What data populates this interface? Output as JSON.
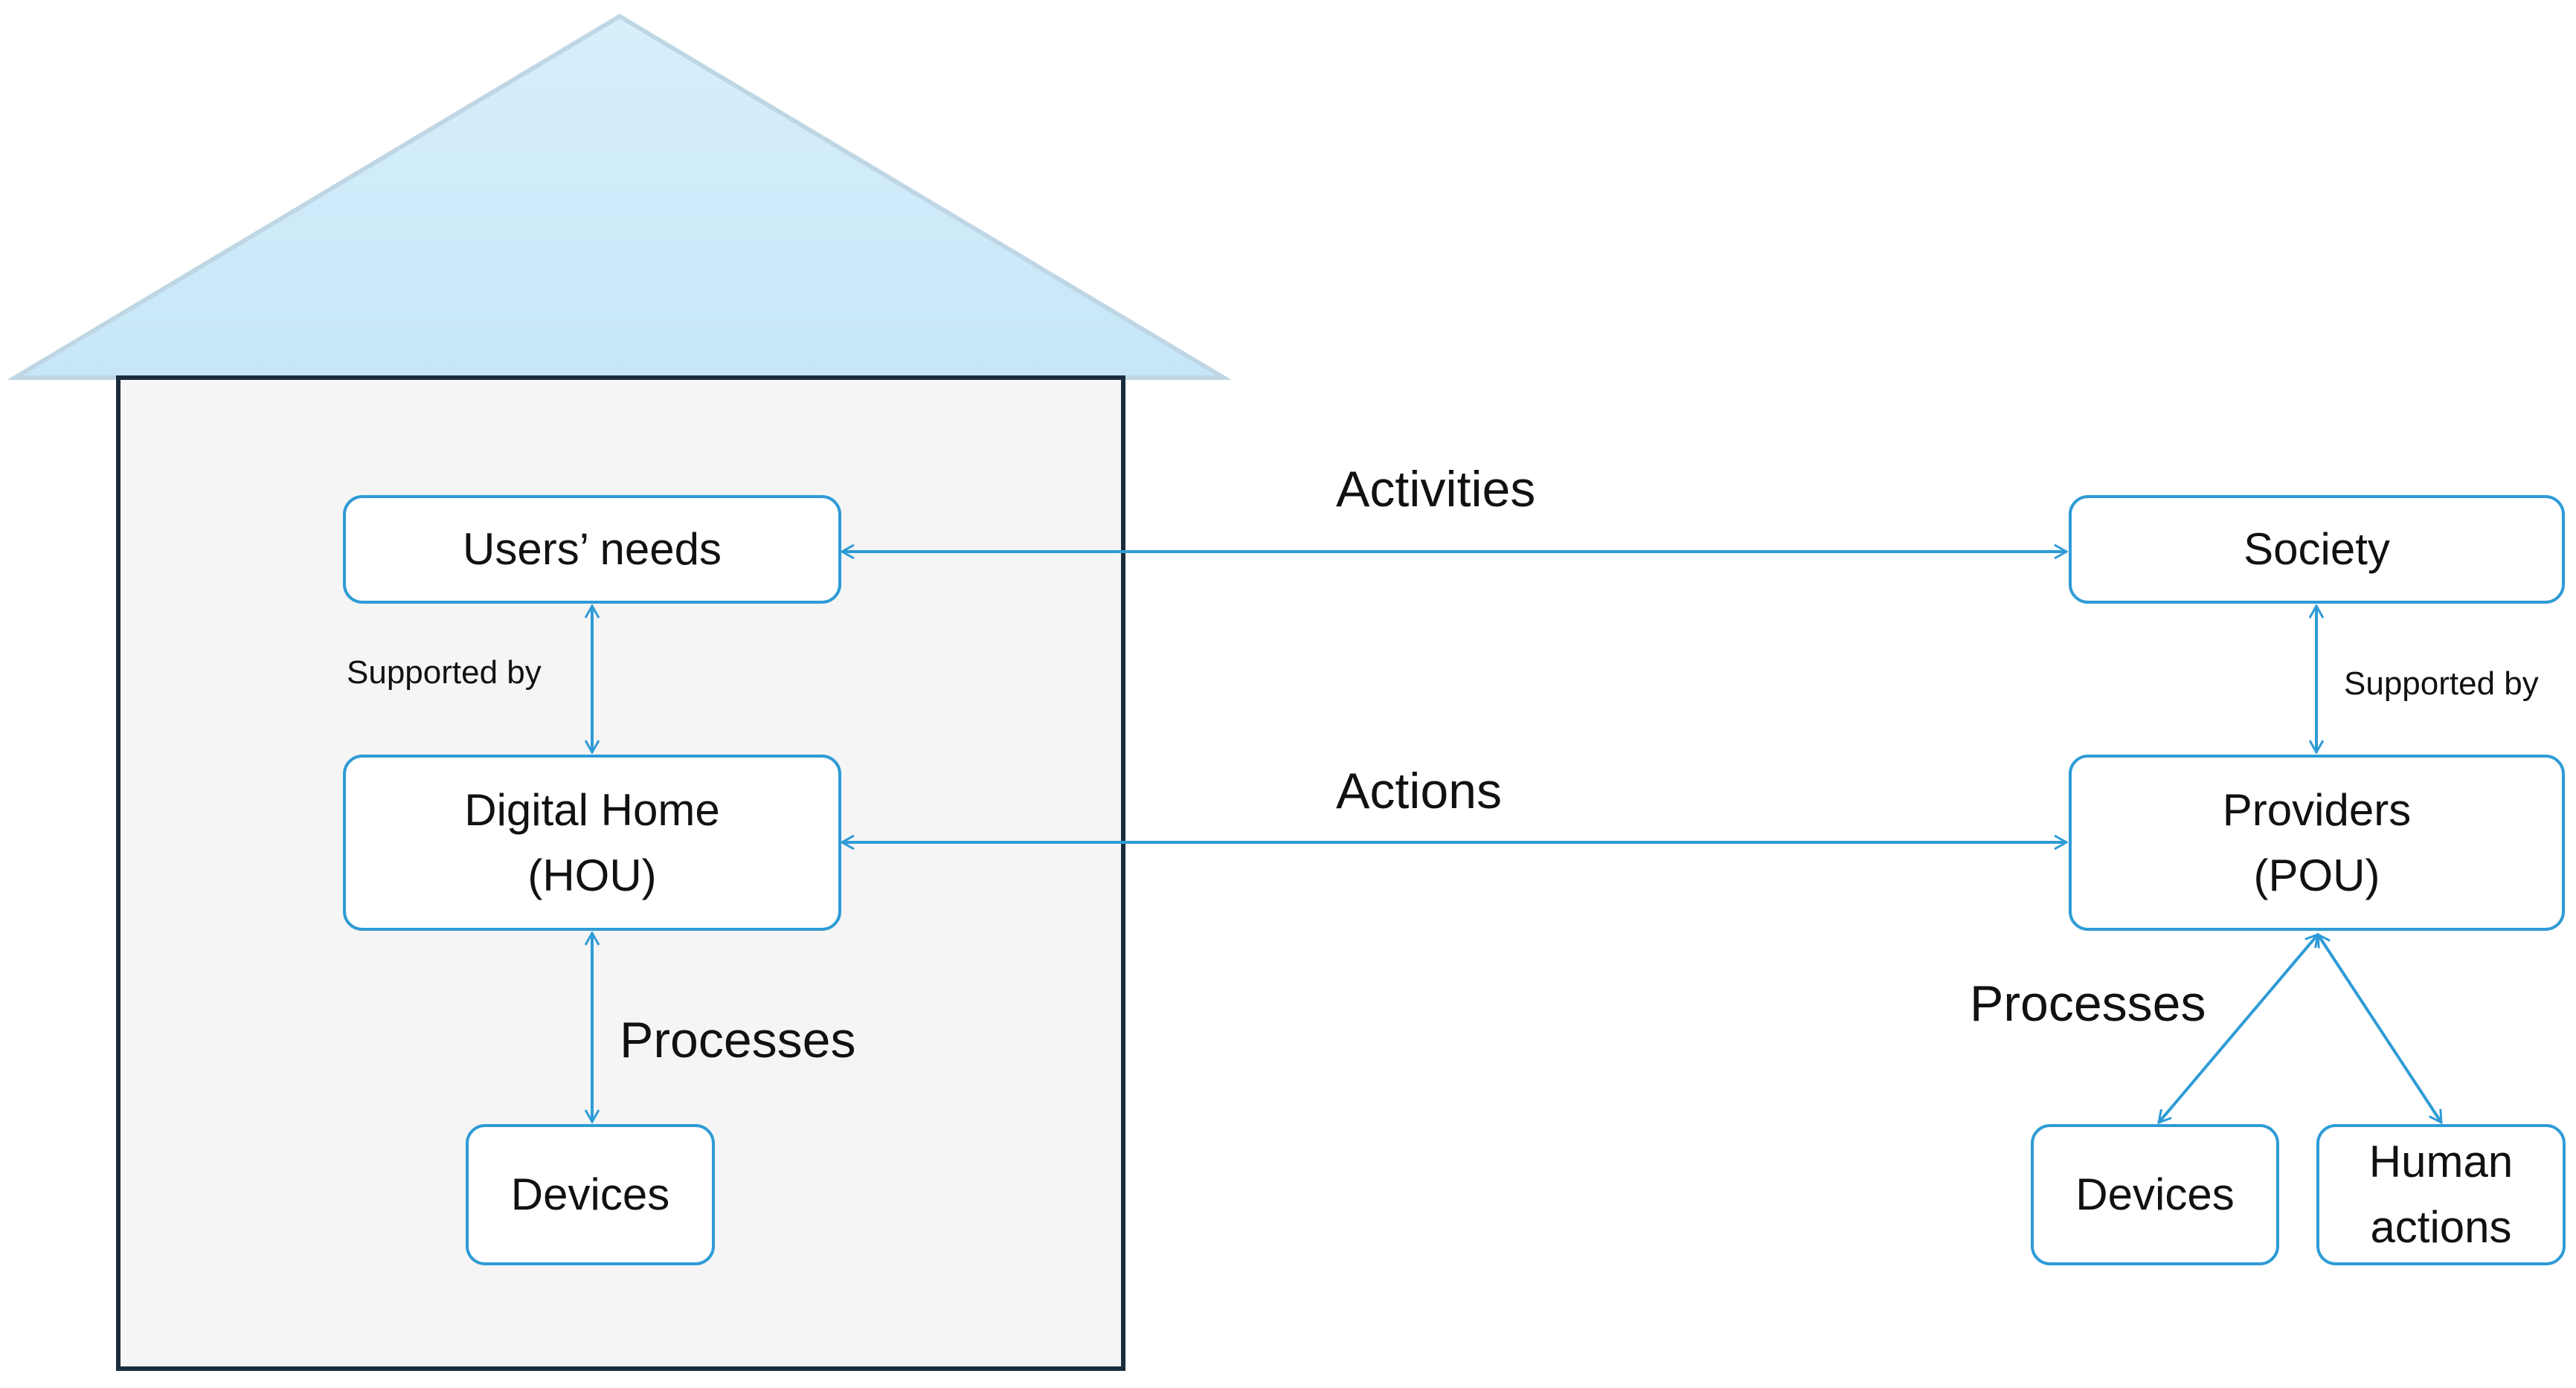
{
  "colors": {
    "roof_fill": "#cde9f9",
    "house_fill": "#f5f5f5",
    "house_border": "#1a2c3d",
    "connector": "#2e9bd6",
    "box_border": "#2e9bd6"
  },
  "home": {
    "users_needs": "Users’ needs",
    "supported_by": "Supported by",
    "digital_home": "Digital Home\n(HOU)",
    "processes": "Processes",
    "devices": "Devices"
  },
  "provider": {
    "society": "Society",
    "supported_by": "Supported by",
    "providers": "Providers\n(POU)",
    "processes": "Processes",
    "devices": "Devices",
    "human_actions": "Human\nactions"
  },
  "links": {
    "activities": "Activities",
    "actions": "Actions"
  }
}
